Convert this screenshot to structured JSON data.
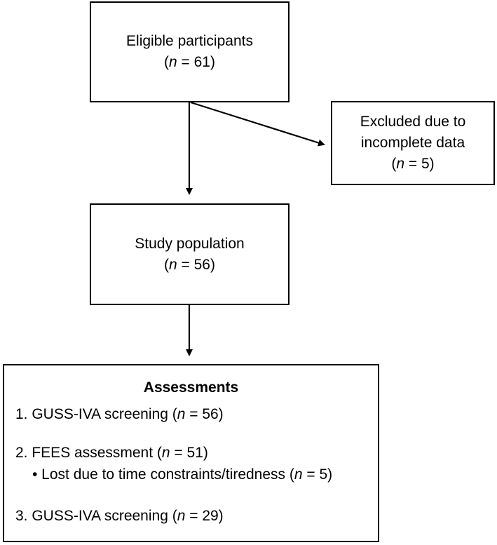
{
  "eligible": {
    "label": "Eligible participants",
    "n_prefix": "(",
    "n_var": "n",
    "n_suffix": " = 61)"
  },
  "excluded": {
    "line1": "Excluded due to",
    "line2": "incomplete data",
    "n_prefix": "(",
    "n_var": "n",
    "n_suffix": " = 5)"
  },
  "study": {
    "label": "Study population",
    "n_prefix": "(",
    "n_var": "n",
    "n_suffix": " = 56)"
  },
  "assessments": {
    "title": "Assessments",
    "items": [
      {
        "text": "1. GUSS-IVA screening (",
        "n_var": "n",
        "n_suffix": " = 56)"
      },
      {
        "text": "2. FEES assessment (",
        "n_var": "n",
        "n_suffix": " = 51)"
      },
      {
        "text": "• Lost due to time constraints/tiredness (",
        "n_var": "n",
        "n_suffix": " = 5)"
      },
      {
        "text": "3. GUSS-IVA screening (",
        "n_var": "n",
        "n_suffix": " = 29)"
      }
    ]
  }
}
